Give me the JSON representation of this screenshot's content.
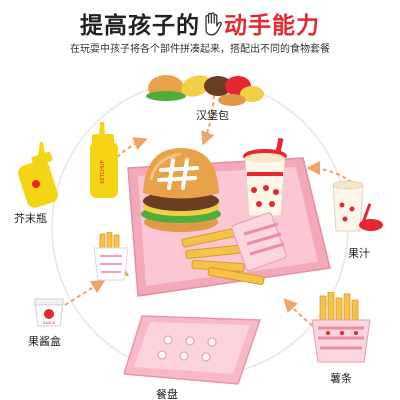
{
  "headline": {
    "dark": "提高孩子的",
    "red": "动手能力",
    "red_color": "#e8262f"
  },
  "subtitle": "在玩耍中孩子将各个部件拼凑起来，搭配出不同的食物套餐",
  "labels": {
    "burger": "汉堡包",
    "mustard": "芥末瓶",
    "juice": "果汁",
    "sauce_box": "果酱盒",
    "fries": "薯条",
    "tray": "餐盘"
  },
  "items": {
    "sauce_cup_text": "SAUCE",
    "bottle_text": "KETCHUP"
  },
  "colors": {
    "accent": "#e8262f",
    "tray_pink": "#f4a6b8",
    "bun": "#e8a24a",
    "mustard": "#f5d315",
    "arrow": "#f0a46a"
  }
}
